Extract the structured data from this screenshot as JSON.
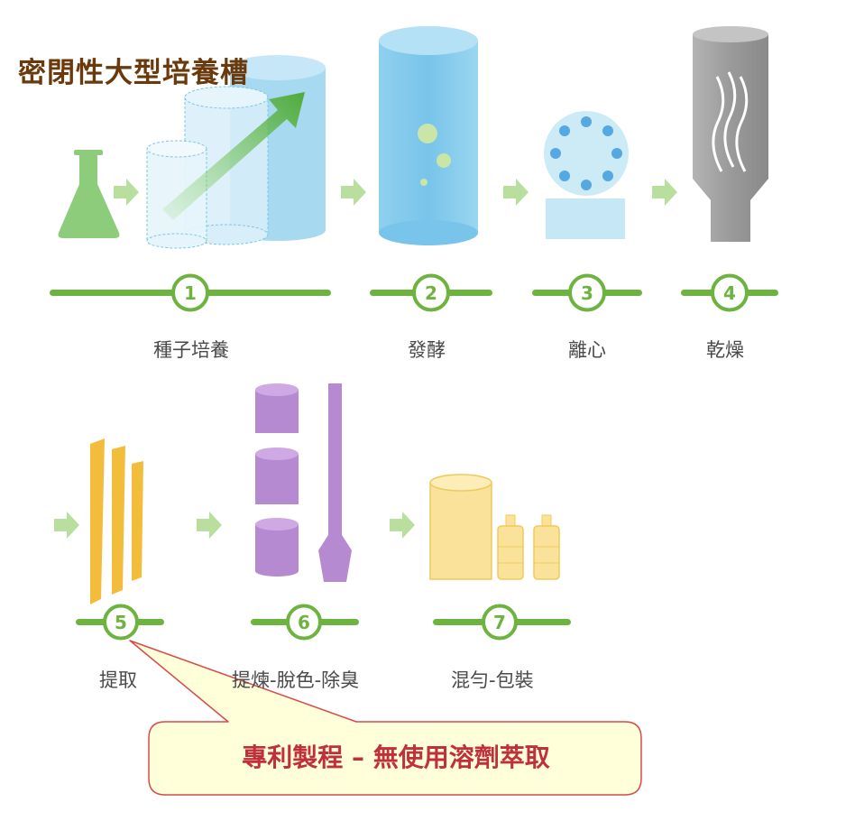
{
  "title": "密閉性大型培養槽",
  "steps": [
    {
      "number": "1",
      "label": "種子培養"
    },
    {
      "number": "2",
      "label": "發酵"
    },
    {
      "number": "3",
      "label": "離心"
    },
    {
      "number": "4",
      "label": "乾燥"
    },
    {
      "number": "5",
      "label": "提取"
    },
    {
      "number": "6",
      "label": "提煉-脫色-除臭"
    },
    {
      "number": "7",
      "label": "混勻-包裝"
    }
  ],
  "callout": "專利製程 – 無使用溶劑萃取",
  "colors": {
    "title": "#6b3a0c",
    "step_line": "#6db33f",
    "arrow": "#b9df9e",
    "seed": "#8dcc7a",
    "ferment": "#7cc7ea",
    "centrifuge": "#b9e3f4",
    "dryer": "#9a9a9a",
    "extract": "#f2bd3a",
    "refine": "#b68ad0",
    "pack": "#fae29a",
    "callout_fill": "#ffffd9",
    "callout_border": "#d84a4a",
    "callout_text": "#c0303a"
  },
  "icons": [
    "flask-icon",
    "seed-tanks-icon",
    "growth-arrow-icon",
    "fermenter-tank-icon",
    "centrifuge-icon",
    "dryer-icon",
    "extraction-plates-icon",
    "refining-columns-icon",
    "packaging-bottles-icon"
  ]
}
